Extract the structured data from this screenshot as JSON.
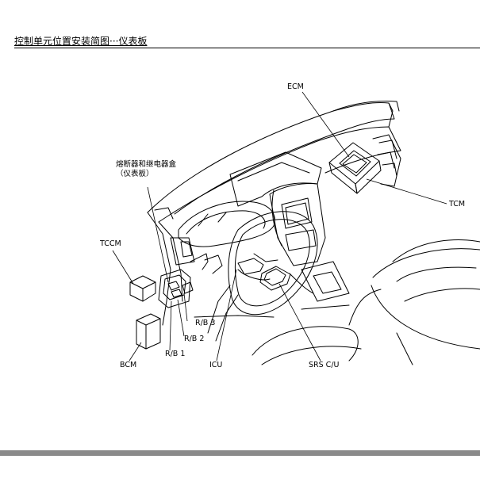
{
  "header": {
    "title": "控制单元位置安装简图···仪表板"
  },
  "labels": {
    "ecm": "ECM",
    "tcm": "TCM",
    "fuse_box_line1": "熔断器和继电器盒",
    "fuse_box_line2": "（仪表板）",
    "tccm": "TCCM",
    "rb3": "R/B 3",
    "rb2": "R/B 2",
    "rb1": "R/B 1",
    "bcm": "BCM",
    "icu": "ICU",
    "srs": "SRS C/U"
  }
}
